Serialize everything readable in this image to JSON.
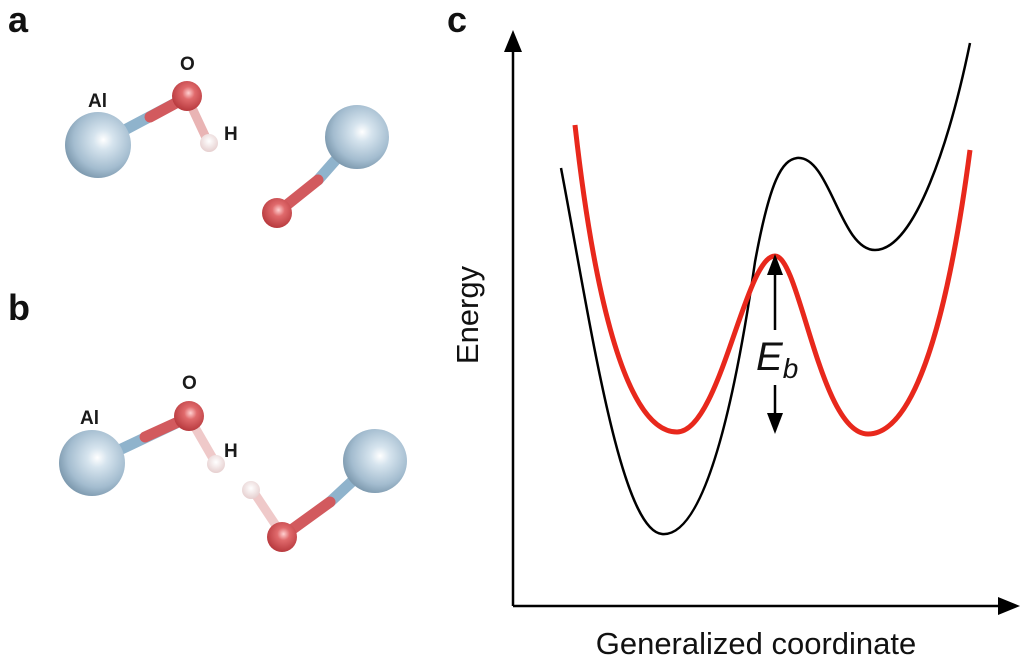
{
  "panels": {
    "a": {
      "label": "a",
      "atoms": {
        "al": "Al",
        "o": "O",
        "h": "H"
      }
    },
    "b": {
      "label": "b",
      "atoms": {
        "al": "Al",
        "o": "O",
        "h": "H"
      }
    },
    "c": {
      "label": "c",
      "y_axis_label": "Energy",
      "x_axis_label": "Generalized coordinate",
      "barrier_symbol": "E",
      "barrier_subscript": "b"
    }
  },
  "colors": {
    "aluminum": "#a9c3d6",
    "oxygen": "#d9565a",
    "hydrogen": "#f2dede",
    "black_curve": "#000000",
    "red_curve": "#e8281c",
    "axis": "#000000"
  }
}
